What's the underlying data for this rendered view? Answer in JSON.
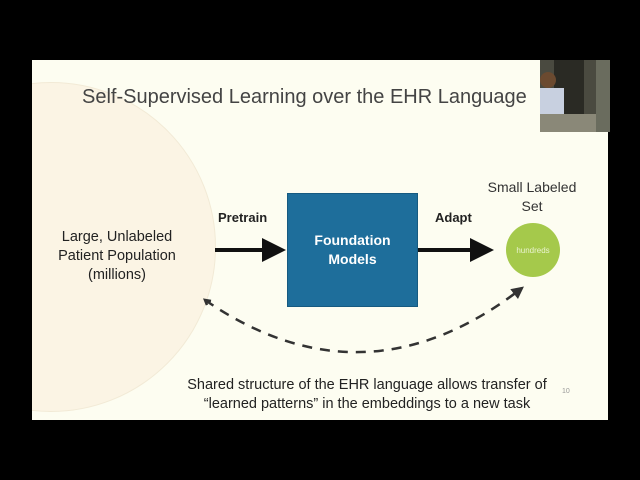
{
  "slide": {
    "title": "Self-Supervised Learning over the EHR Language",
    "population_label": "Large, Unlabeled Patient Population (millions)",
    "pretrain_label": "Pretrain",
    "model_label": "Foundation Models",
    "adapt_label": "Adapt",
    "small_set_label": "Small Labeled Set",
    "small_set_count": "hundreds",
    "caption": "Shared structure of the EHR language allows transfer of “learned patterns” in the embeddings to a new task",
    "page_number": "10",
    "colors": {
      "background": "#fdfdf1",
      "population_circle": "#fbf4e4",
      "model_box": "#1e6e9b",
      "labeled_circle": "#a5c94b"
    }
  }
}
